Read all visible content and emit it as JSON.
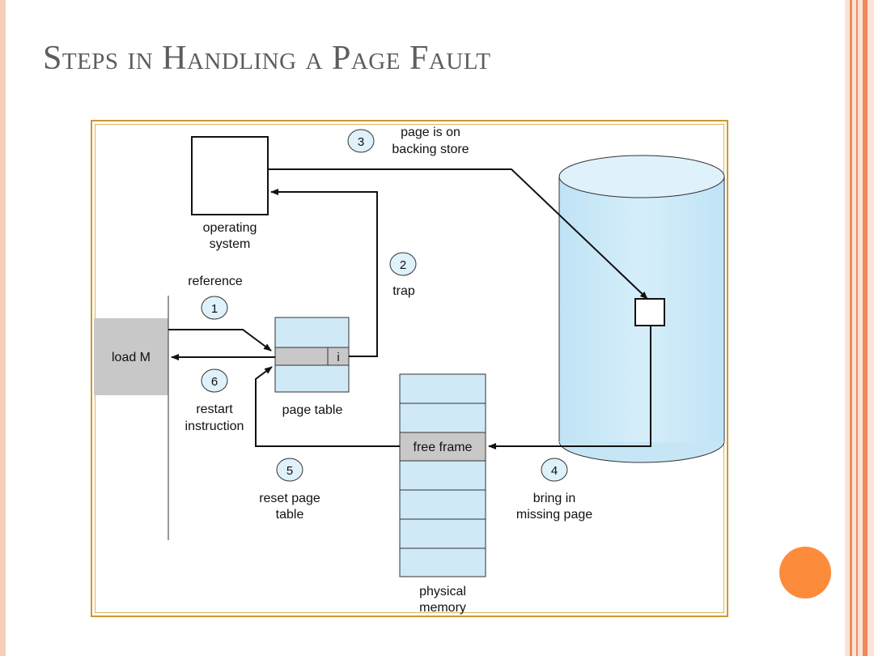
{
  "slide": {
    "title": "Steps in Handling a Page Fault"
  },
  "diagram": {
    "os_label_line1": "operating",
    "os_label_line2": "system",
    "reference_label": "reference",
    "instruction_label": "load M",
    "page_table_label": "page table",
    "invalid_bit": "i",
    "free_frame_label": "free frame",
    "physical_memory_line1": "physical",
    "physical_memory_line2": "memory",
    "steps": [
      {
        "number": "1",
        "line1": "",
        "line2": ""
      },
      {
        "number": "2",
        "line1": "trap",
        "line2": ""
      },
      {
        "number": "3",
        "line1": "page is on",
        "line2": "backing store"
      },
      {
        "number": "4",
        "line1": "bring in",
        "line2": "missing page"
      },
      {
        "number": "5",
        "line1": "reset page",
        "line2": "table"
      },
      {
        "number": "6",
        "line1": "restart",
        "line2": "instruction"
      }
    ]
  },
  "colors": {
    "accent": "#fd8b3c",
    "frame_border": "#c99a30",
    "light_blue": "#cfe9f7",
    "gray_fill": "#c8c8c8",
    "title_gray": "#5d5d5d"
  }
}
